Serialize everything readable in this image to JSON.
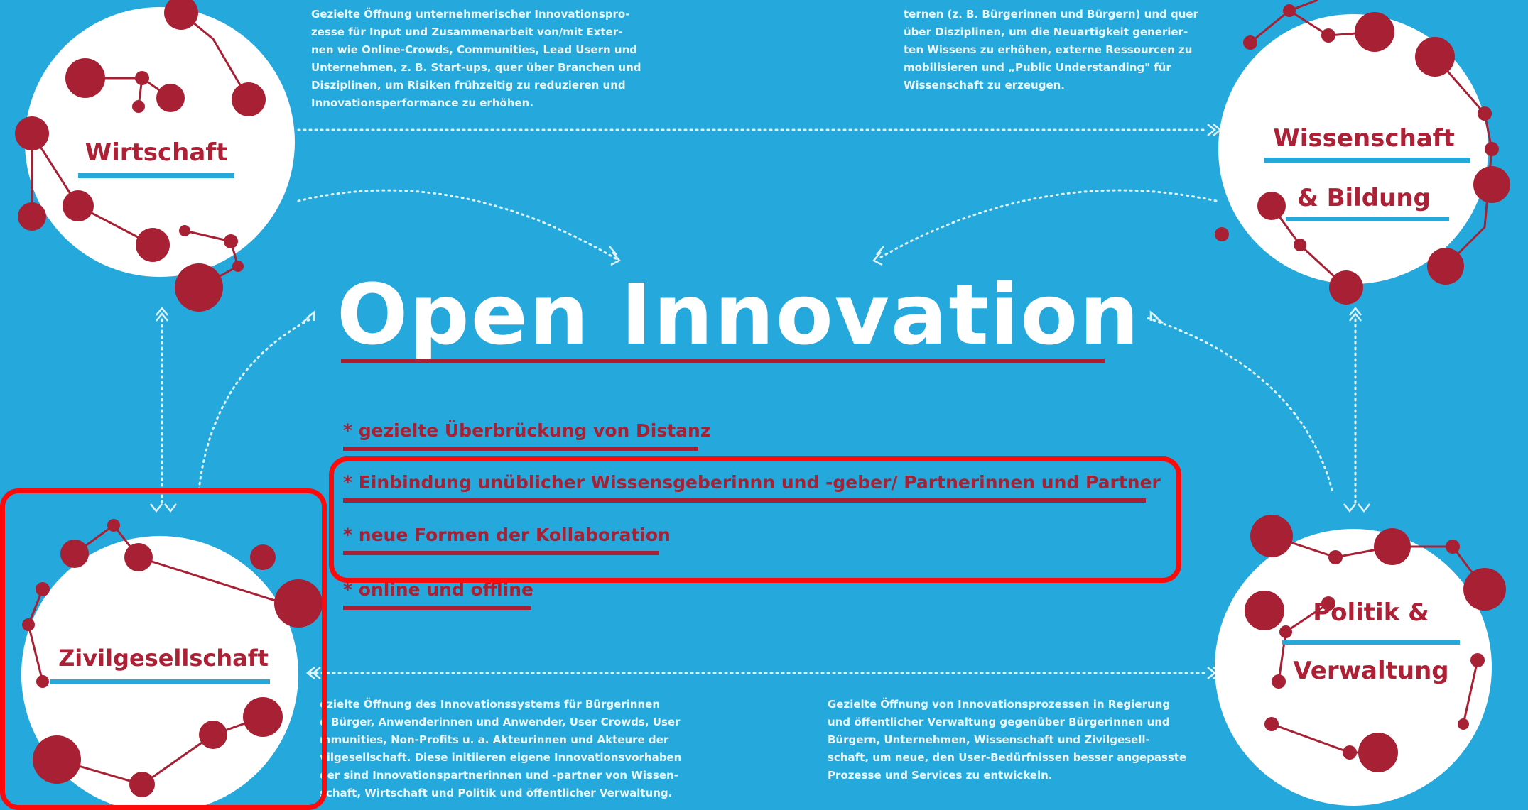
{
  "title": "Open Innovation",
  "bullets": [
    "* gezielte Überbrückung von Distanz",
    "* Einbindung unüblicher Wissensgeberinnn und -geber/ Partnerinnen und Partner",
    "* neue Formen der Kollaboration",
    "* online und offline"
  ],
  "nodes": {
    "wirtschaft": "Wirtschaft",
    "wissenschaft_line1": "Wissenschaft",
    "wissenschaft_line2": "& Bildung",
    "politik_line1": "Politik &",
    "politik_line2": "Verwaltung",
    "zivilgesellschaft": "Zivilgesellschaft"
  },
  "descriptions": {
    "wirtschaft": "Gezielte Öffnung unternehmerischer Innovationspro-\nzesse für Input und Zusammenarbeit von/mit Exter-\nnen wie Online-Crowds, Communities, Lead Usern und\nUnternehmen, z. B. Start-ups, quer über Branchen und\nDisziplinen, um Risiken frühzeitig zu reduzieren und\nInnovationsperformance zu erhöhen.",
    "wissenschaft": "ternen (z. B. Bürgerinnen und Bürgern) und quer\nüber Disziplinen, um die Neuartigkeit generier-\nten Wissens zu erhöhen, externe Ressourcen zu\nmobilisieren und „Public Understanding\" für\nWissenschaft zu erzeugen.",
    "zivilgesellschaft": "ezielte Öffnung des Innovationssystems für Bürgerinnen\nd Bürger, Anwenderinnen und Anwender, User Crowds, User\nmmunities, Non-Profits u. a. Akteurinnen und Akteure der\nvilgesellschaft. Diese initiieren eigene Innovationsvorhaben\nder sind Innovationspartnerinnen und -partner von Wissen-\nschaft, Wirtschaft und Politik und öffentlicher Verwaltung.",
    "politik": "Gezielte Öffnung von Innovationsprozessen in Regierung\nund öffentlicher Verwaltung gegenüber Bürgerinnen und\nBürgern, Unternehmen, Wissenschaft und Zivilgesell-\nschaft, um neue, den User-Bedürfnissen besser angepasste\nProzesse und Services zu entwickeln."
  },
  "colors": {
    "background": "#25a9dc",
    "accent_red": "#a82034",
    "node_fill": "#ffffff",
    "node_underline": "#27a8db",
    "highlight": "#ff0a0a"
  }
}
